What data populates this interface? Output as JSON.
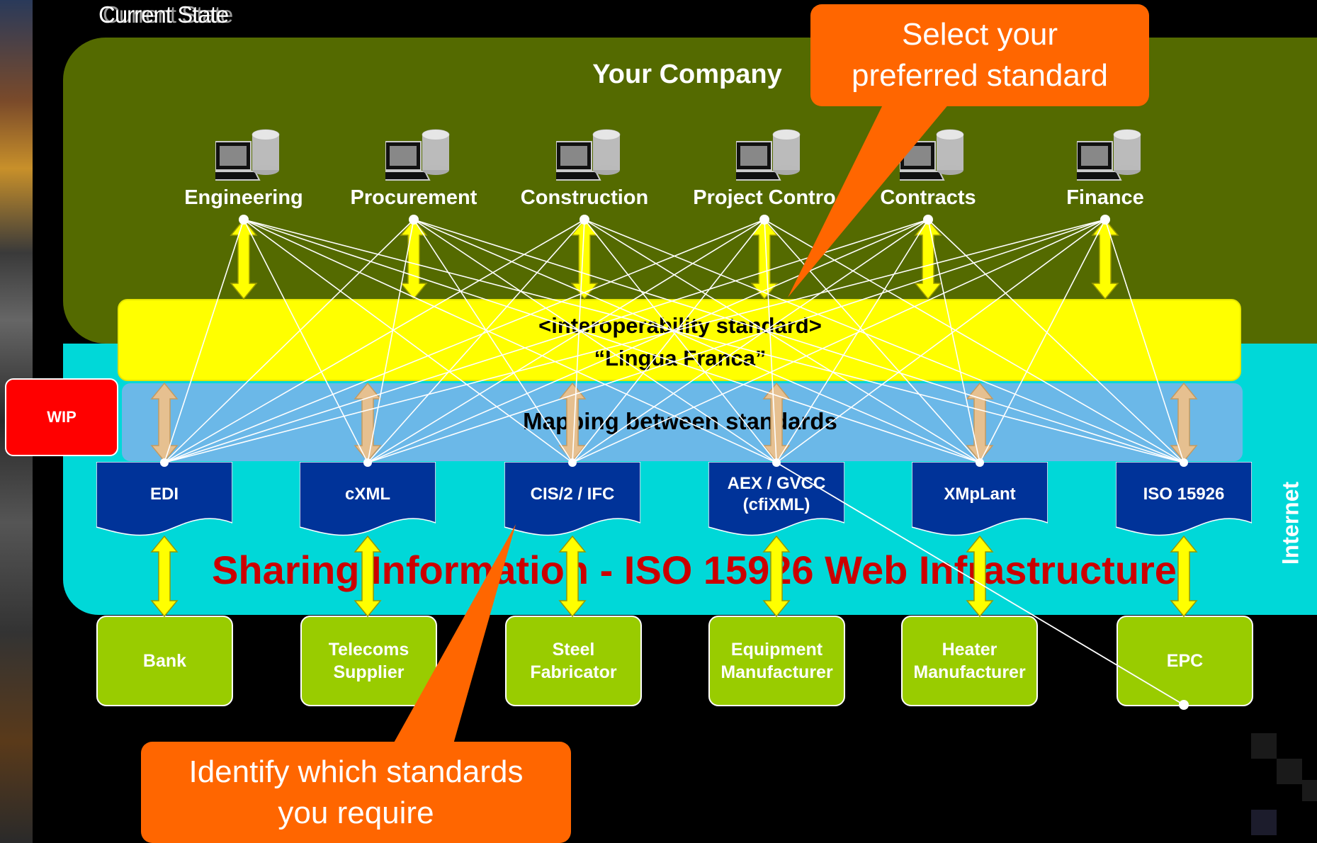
{
  "slide_title": "Current State",
  "company_label": "Your Company",
  "internet_label": "Internet",
  "departments": [
    {
      "label": "Engineering"
    },
    {
      "label": "Procurement"
    },
    {
      "label": "Construction"
    },
    {
      "label": "Project Controls",
      "visible_label": "Project Contro"
    },
    {
      "label": "Contracts"
    },
    {
      "label": "Finance"
    }
  ],
  "interop": {
    "line1": "<interoperability standard>",
    "line2": "“Lingua Franca”"
  },
  "mapping_label": "Mapping between standards",
  "wip_label": "WIP",
  "standards": [
    {
      "line1": "EDI",
      "line2": ""
    },
    {
      "line1": "cXML",
      "line2": ""
    },
    {
      "line1": "CIS/2  / IFC",
      "line2": ""
    },
    {
      "line1": "AEX / GVCC",
      "line2": "(cfiXML)"
    },
    {
      "line1": "XMpLant",
      "line2": ""
    },
    {
      "line1": "ISO 15926",
      "line2": ""
    }
  ],
  "headline": "Sharing Information - ISO 15926 Web Infrastructure",
  "partners": [
    {
      "line1": "Bank",
      "line2": ""
    },
    {
      "line1": "Telecoms",
      "line2": "Supplier"
    },
    {
      "line1": "Steel",
      "line2": "Fabricator"
    },
    {
      "line1": "Equipment",
      "line2": "Manufacturer"
    },
    {
      "line1": "Heater",
      "line2": "Manufacturer"
    },
    {
      "line1": "EPC",
      "line2": ""
    }
  ],
  "callout_top": {
    "line1": "Select your",
    "line2": "preferred standard"
  },
  "callout_bottom": {
    "line1": "Identify which standards",
    "line2": "you require"
  },
  "colors": {
    "company": "#546a00",
    "internet": "#00d8d8",
    "interop": "#ffff00",
    "mapping": "#6bb8e8",
    "standard_doc": "#003399",
    "partner": "#99cc00",
    "callout": "#ff6600",
    "headline": "#cc0000",
    "wip": "#ff0000"
  }
}
